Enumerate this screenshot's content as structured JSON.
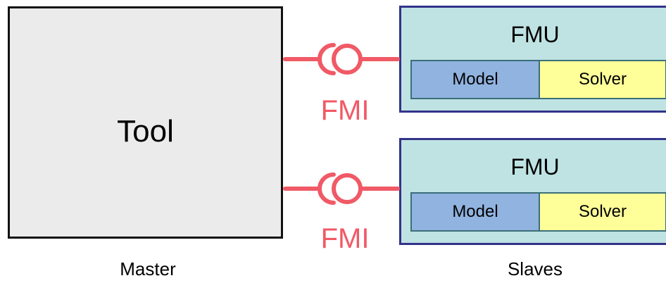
{
  "colors": {
    "fmi_accent": "#f05a66",
    "tool_fill": "#ebebeb",
    "fmu_fill": "#bfe3e3",
    "fmu_border": "#33338a",
    "model_fill": "#91b3e0",
    "solver_fill": "#ffff99"
  },
  "master": {
    "box_label": "Tool",
    "caption": "Master"
  },
  "slaves": {
    "caption": "Slaves",
    "fmus": [
      {
        "title": "FMU",
        "model_label": "Model",
        "solver_label": "Solver",
        "interface_label": "FMI"
      },
      {
        "title": "FMU",
        "model_label": "Model",
        "solver_label": "Solver",
        "interface_label": "FMI"
      }
    ]
  }
}
